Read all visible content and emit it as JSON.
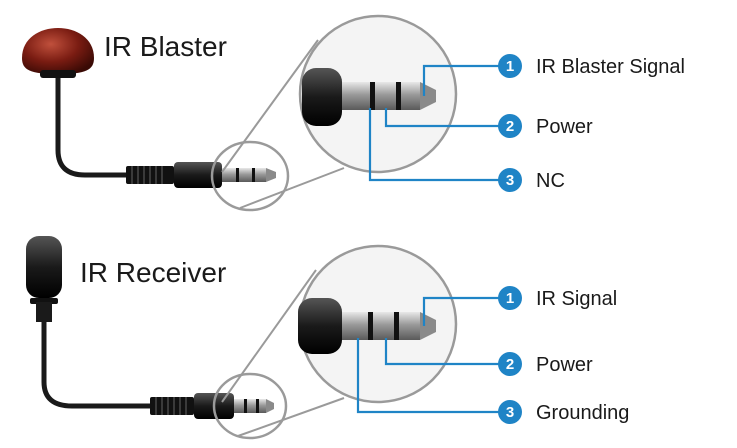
{
  "colors": {
    "accent_blue": "#1f84c6",
    "blaster_dome": "#7a1c12",
    "cable": "#1a1a1a",
    "magnifier_fill": "#f5f5f5",
    "magnifier_stroke": "#9a9a9a"
  },
  "devices": [
    {
      "title": "IR Blaster",
      "icon": "ir-blaster-emitter",
      "pins": [
        {
          "number": "1",
          "label": "IR Blaster Signal"
        },
        {
          "number": "2",
          "label": "Power"
        },
        {
          "number": "3",
          "label": "NC"
        }
      ]
    },
    {
      "title": "IR Receiver",
      "icon": "ir-receiver-sensor",
      "pins": [
        {
          "number": "1",
          "label": "IR Signal"
        },
        {
          "number": "2",
          "label": "Power"
        },
        {
          "number": "3",
          "label": "Grounding"
        }
      ]
    }
  ]
}
